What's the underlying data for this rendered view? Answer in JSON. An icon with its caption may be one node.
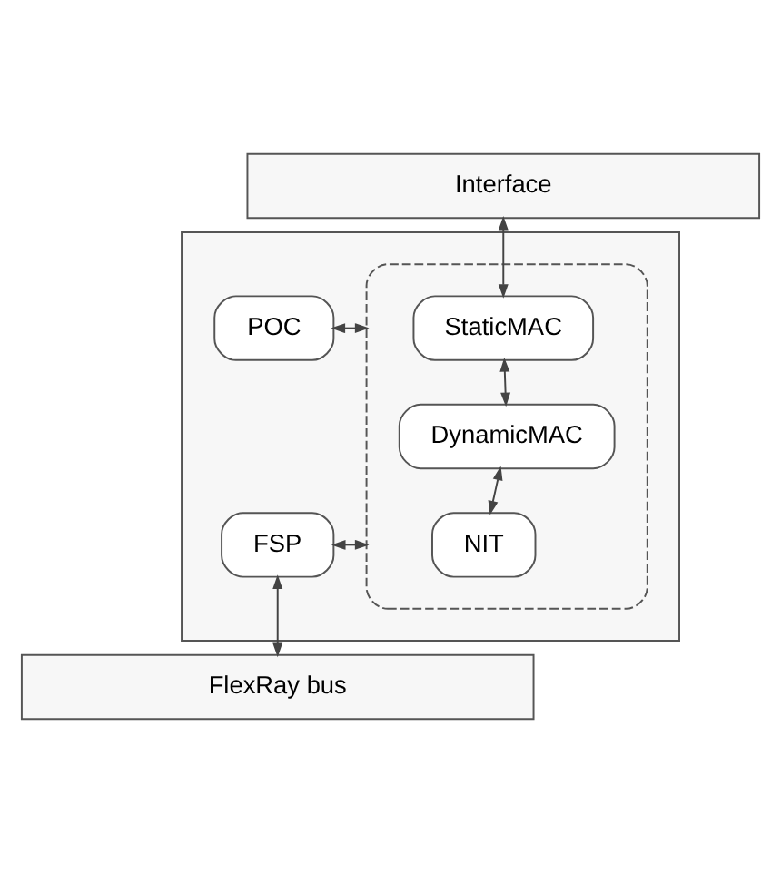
{
  "diagram": {
    "nodes": [
      {
        "text": [
          "Interface"
        ]
      },
      {
        "text": [],
        "shape": "box"
      },
      {
        "text": [
          "POC"
        ],
        "in": 1
      },
      {
        "text": [],
        "shape": "box",
        "in": 1
      },
      {
        "text": [
          "StaticMAC"
        ],
        "in": 3
      },
      {
        "text": [
          "DynamicMAC"
        ],
        "in": 3
      },
      {
        "text": [
          "FSP"
        ],
        "in": 1
      },
      {
        "text": [
          "NIT"
        ],
        "in": 3
      },
      {
        "text": [
          "FlexRay bus"
        ]
      }
    ],
    "edges": [
      {
        "from": 0,
        "to": 4,
        "arrow": "both"
      },
      {
        "from": 2,
        "to": 3,
        "arrow": "both"
      },
      {
        "from": 4,
        "to": 5,
        "arrow": "both"
      },
      {
        "from": 5,
        "to": 7,
        "arrow": "both"
      },
      {
        "from": 6,
        "to": 3,
        "arrow": "both"
      },
      {
        "from": 6,
        "to": 8,
        "arrow": "both"
      }
    ]
  }
}
